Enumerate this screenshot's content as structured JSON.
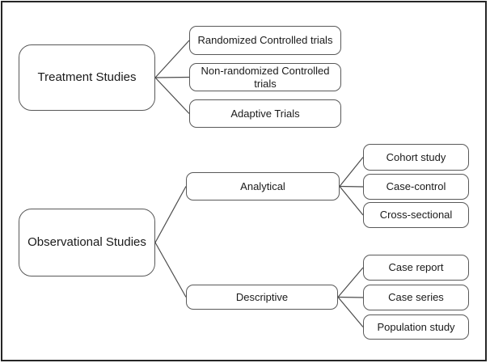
{
  "diagram": {
    "type": "tree",
    "tree": [
      {
        "root": "Treatment Studies",
        "children": [
          "Randomized Controlled trials",
          "Non-randomized Controlled trials",
          "Adaptive Trials"
        ]
      },
      {
        "root": "Observational Studies",
        "branches": [
          {
            "label": "Analytical",
            "children": [
              "Cohort study",
              "Case-control",
              "Cross-sectional"
            ]
          },
          {
            "label": "Descriptive",
            "children": [
              "Case report",
              "Case series",
              "Population study"
            ]
          }
        ]
      }
    ],
    "colors": {
      "background": "#ffffff",
      "frame": "#262626",
      "box_border": "#595959",
      "line": "#4c4c4c",
      "text": "#1a1a1a"
    }
  }
}
